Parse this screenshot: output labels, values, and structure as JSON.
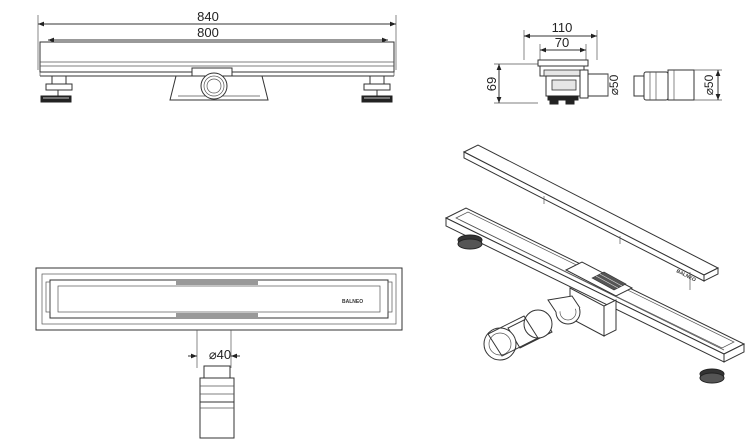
{
  "front_view": {
    "overall_length": "840",
    "inner_length": "800"
  },
  "side_view": {
    "width_outer": "110",
    "width_inner": "70",
    "height": "69",
    "outlet_diameter": "⌀50",
    "adapter_diameter": "⌀50"
  },
  "top_view": {
    "brand_label": "BALNEO",
    "outlet_diameter": "⌀40"
  },
  "isometric_view": {
    "brand_label": "BALNEO"
  }
}
